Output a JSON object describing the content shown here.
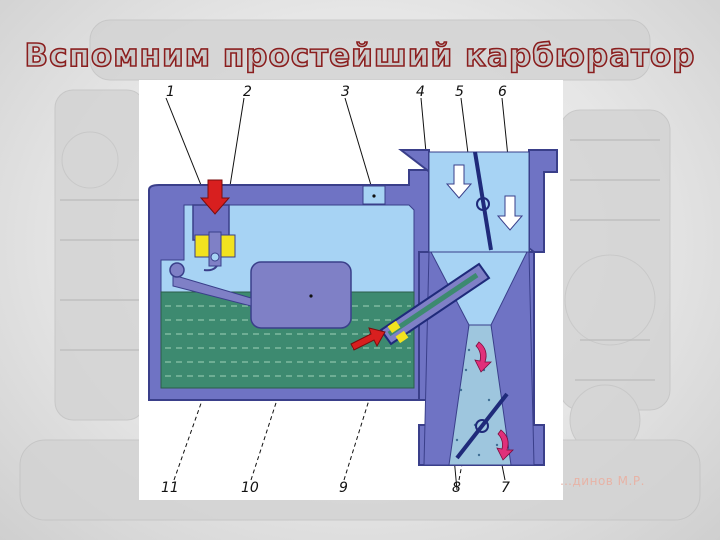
{
  "slide": {
    "title": "Вспомним простейший карбюратор",
    "author": "…динов М.Р."
  },
  "diagram": {
    "callouts": {
      "c1": "1",
      "c2": "2",
      "c3": "3",
      "c4": "4",
      "c5": "5",
      "c6": "6",
      "c7": "7",
      "c8": "8",
      "c9": "9",
      "c10": "10",
      "c11": "11"
    },
    "colors": {
      "housing": "#6f73c4",
      "housing_outline": "#3a3f8a",
      "air": "#a7d3f4",
      "fuel": "#3d8a70",
      "float": "#7f80c6",
      "needle_valve": "#f2e21f",
      "arrow_fuel": "#d81f1f",
      "arrow_air": "#ffffff",
      "arrow_mix": "#e0307a",
      "mixture": "#9ec6de"
    }
  }
}
